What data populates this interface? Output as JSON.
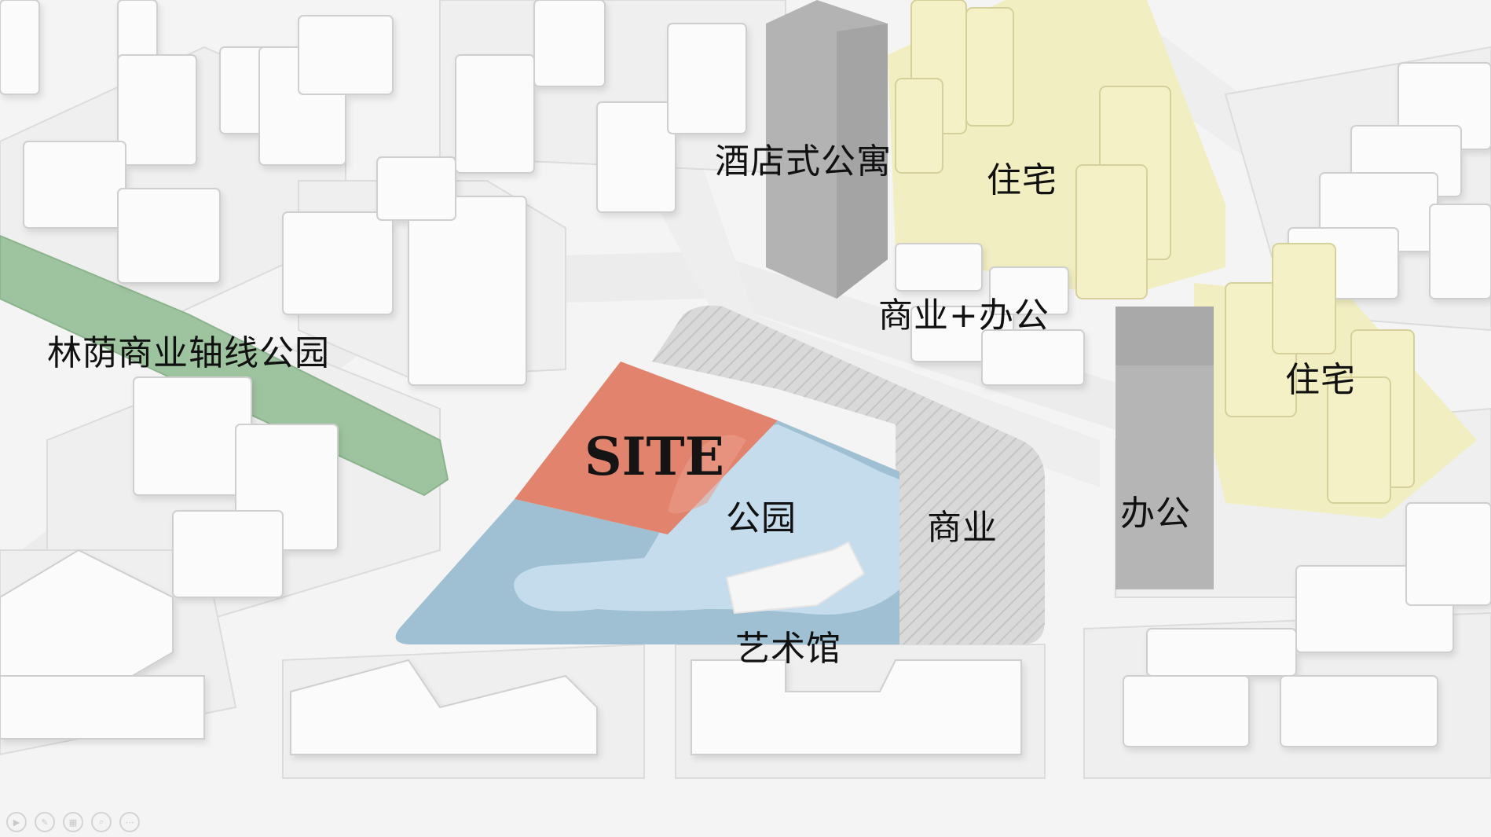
{
  "labels": {
    "hotel_apartment": "酒店式公寓",
    "residential_north": "住宅",
    "commercial_office": "商业+办公",
    "residential_east": "住宅",
    "boulevard_park": "林荫商业轴线公园",
    "site": "SITE",
    "park": "公园",
    "commercial": "商业",
    "office": "办公",
    "art_museum": "艺术馆"
  },
  "colors": {
    "site_red": "#e2836d",
    "park_blue": "#9fc0d3",
    "pond_light": "#c4dceb",
    "residential_yellow": "#f1eec1",
    "greenway": "#9ec39f",
    "tower_gray": "#b7b7b7",
    "commercial_hatch": "#d6d6d6",
    "building_white": "#fafafa"
  },
  "toolbar": {
    "icons": [
      "play-icon",
      "pen-icon",
      "grid-icon",
      "zoom-icon",
      "more-icon"
    ]
  }
}
